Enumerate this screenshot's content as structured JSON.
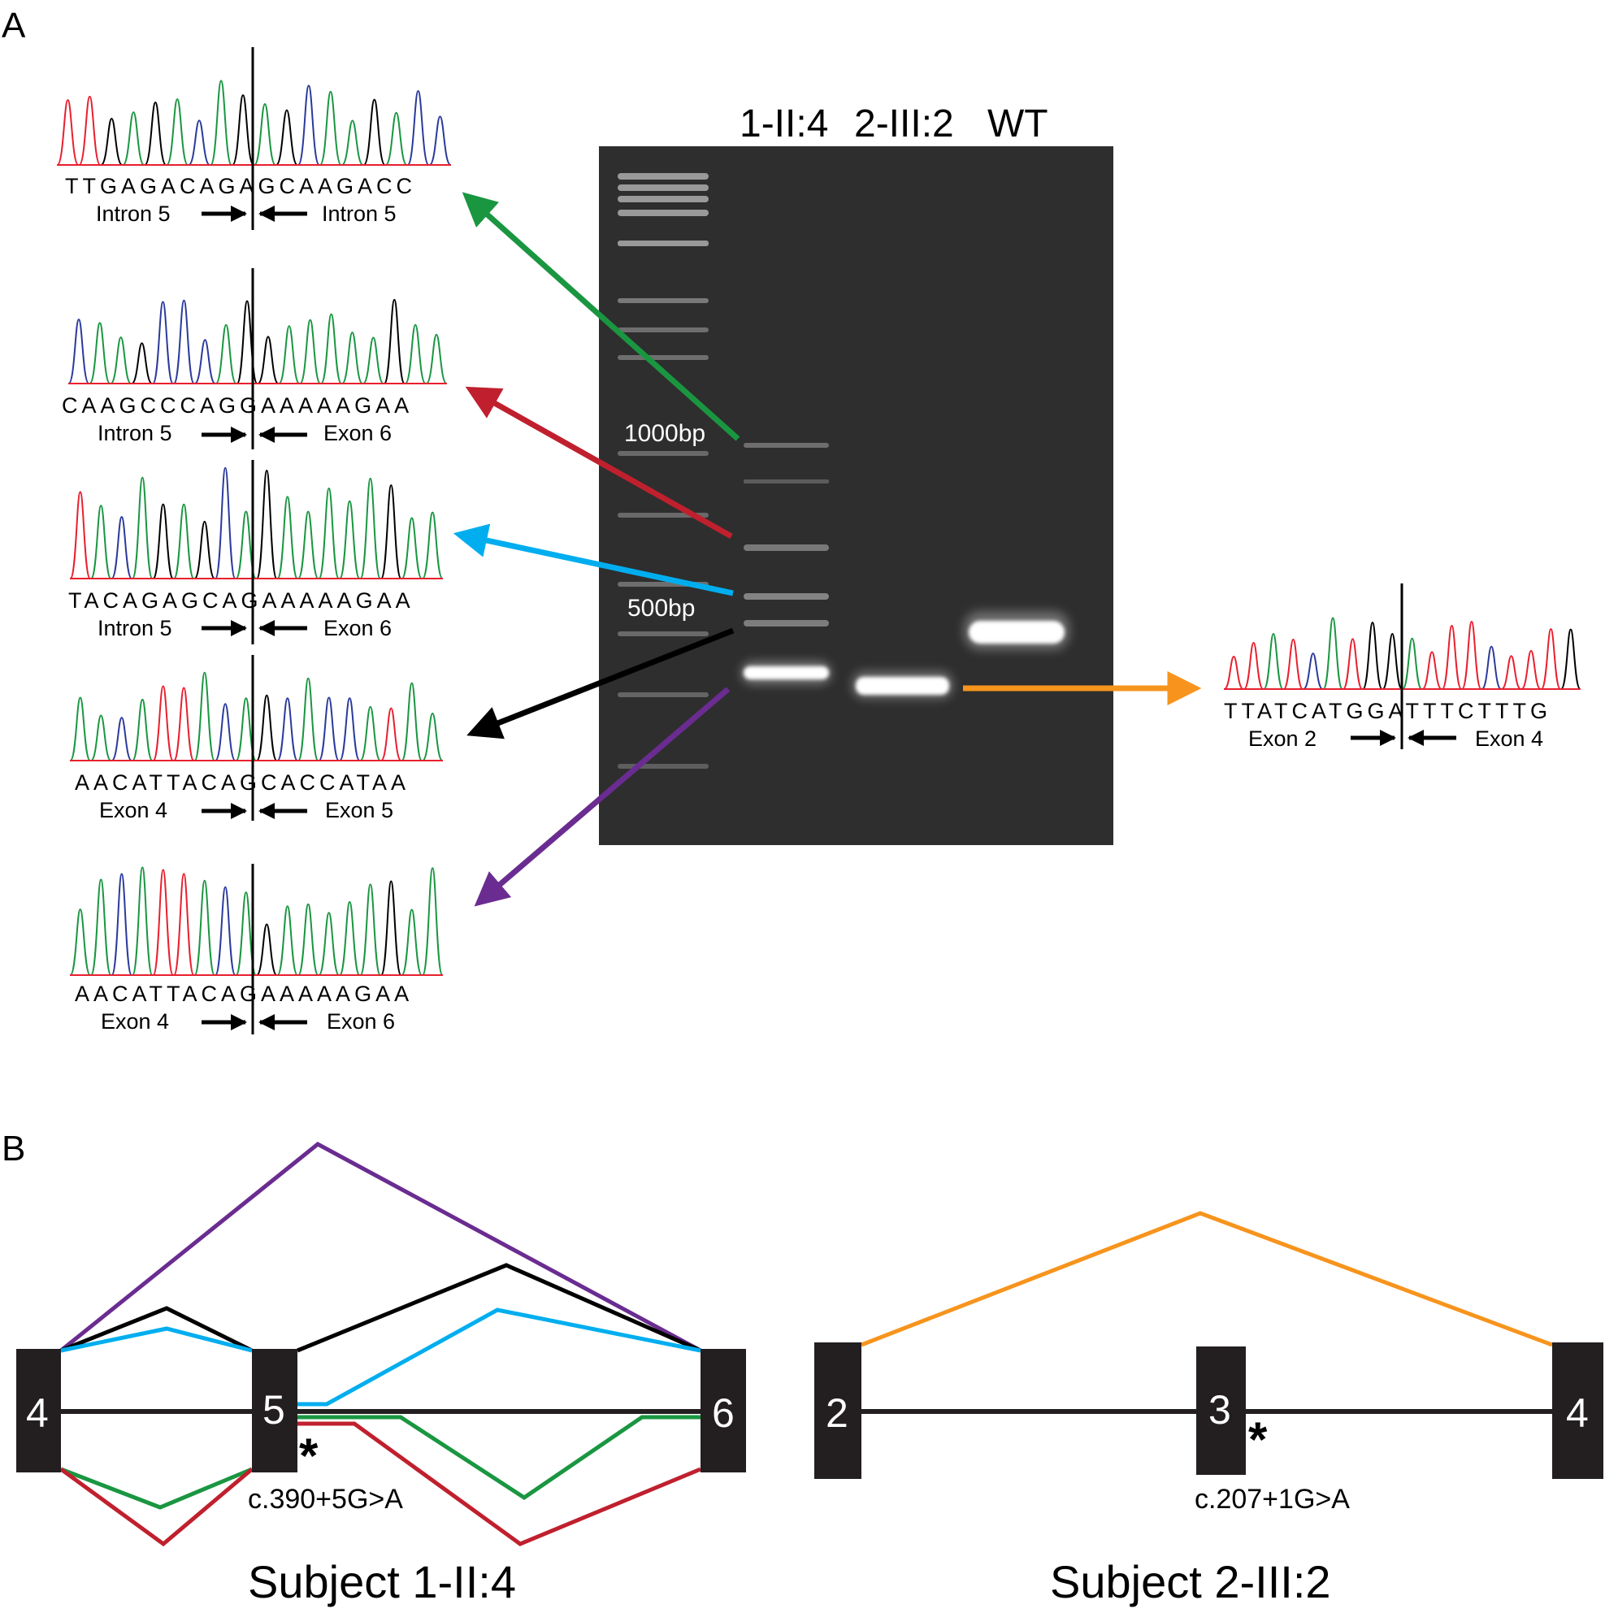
{
  "panel_a_label": "A",
  "panel_b_label": "B",
  "gel": {
    "lanes": [
      "1-II:4",
      "2-III:2",
      "WT"
    ],
    "ladder_markers": [
      "1000bp",
      "500bp"
    ]
  },
  "chromatograms": [
    {
      "sequence": "TTGAGACAGAGCAAGACC",
      "left_region": "Intron 5",
      "right_region": "Intron 5",
      "arrow_color": "#1a9641"
    },
    {
      "sequence": "CAAGCCCAGGAAAAAGAA",
      "left_region": "Intron 5",
      "right_region": "Exon 6",
      "arrow_color": "#c0202e"
    },
    {
      "sequence": "TACAGAGCAGAAAAAGAA",
      "left_region": "Intron 5",
      "right_region": "Exon 6",
      "arrow_color": "#00aeef"
    },
    {
      "sequence": "AACATTACAGCACCATAA",
      "left_region": "Exon 4",
      "right_region": "Exon 5",
      "arrow_color": "#000000"
    },
    {
      "sequence": "AACATTACAGAAAAAGAA",
      "left_region": "Exon 4",
      "right_region": "Exon 6",
      "arrow_color": "#6a2c91"
    },
    {
      "sequence": "TTATCATGGATTTCTTTG",
      "left_region": "Exon 2",
      "right_region": "Exon 4",
      "arrow_color": "#f7941d"
    }
  ],
  "subject1": {
    "title": "Subject 1-II:4",
    "exons": [
      "4",
      "5",
      "6"
    ],
    "mutation": "c.390+5G>A",
    "star": "*"
  },
  "subject2": {
    "title": "Subject 2-III:2",
    "exons": [
      "2",
      "3",
      "4"
    ],
    "mutation": "c.207+1G>A",
    "star": "*"
  },
  "colors": {
    "green": "#1a9641",
    "red": "#c0202e",
    "blue": "#00aeef",
    "black": "#000000",
    "purple": "#6a2c91",
    "orange": "#f7941d",
    "exon_fill": "#231f20",
    "gel_bg": "#2e2e2e"
  }
}
